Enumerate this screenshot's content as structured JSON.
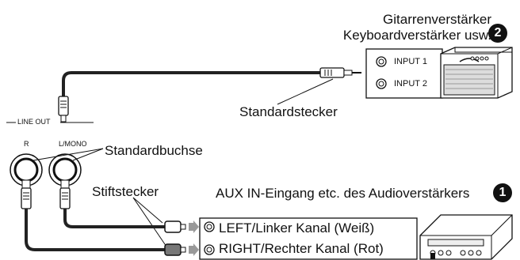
{
  "amp_heading": {
    "line1": "Gitarrenverstärker",
    "line2": "Keyboardverstärker usw.",
    "badge": "2"
  },
  "labels": {
    "standard_plug": "Standardstecker",
    "standard_jack": "Standardbuchse",
    "pin_plug": "Stiftstecker",
    "line_out": "LINE OUT",
    "jack_r": "R",
    "jack_l_mono": "L/MONO"
  },
  "amp_inputs": [
    "INPUT 1",
    "INPUT 2"
  ],
  "audio_amp": {
    "title": "AUX IN-Eingang etc. des Audioverstärkers",
    "badge": "1",
    "channels": [
      "LEFT/Linker Kanal (Weiß)",
      "RIGHT/Rechter Kanal (Rot)"
    ]
  }
}
